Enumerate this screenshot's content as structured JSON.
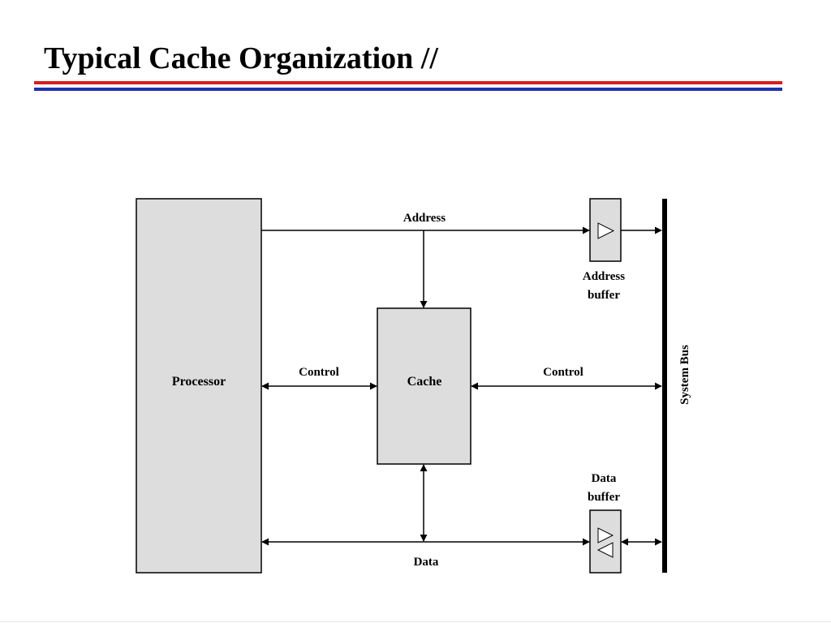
{
  "slide": {
    "title": "Typical Cache Organization //"
  },
  "colors": {
    "rule_top": "#d81e1e",
    "rule_bottom": "#1f2fb0",
    "block_fill": "#dddddd",
    "stroke": "#000000"
  },
  "diagram": {
    "processor": "Processor",
    "cache": "Cache",
    "address": "Address",
    "control_left": "Control",
    "control_right": "Control",
    "data": "Data",
    "address_buffer_line1": "Address",
    "address_buffer_line2": "buffer",
    "data_buffer_line1": "Data",
    "data_buffer_line2": "buffer",
    "system_bus": "System Bus"
  }
}
